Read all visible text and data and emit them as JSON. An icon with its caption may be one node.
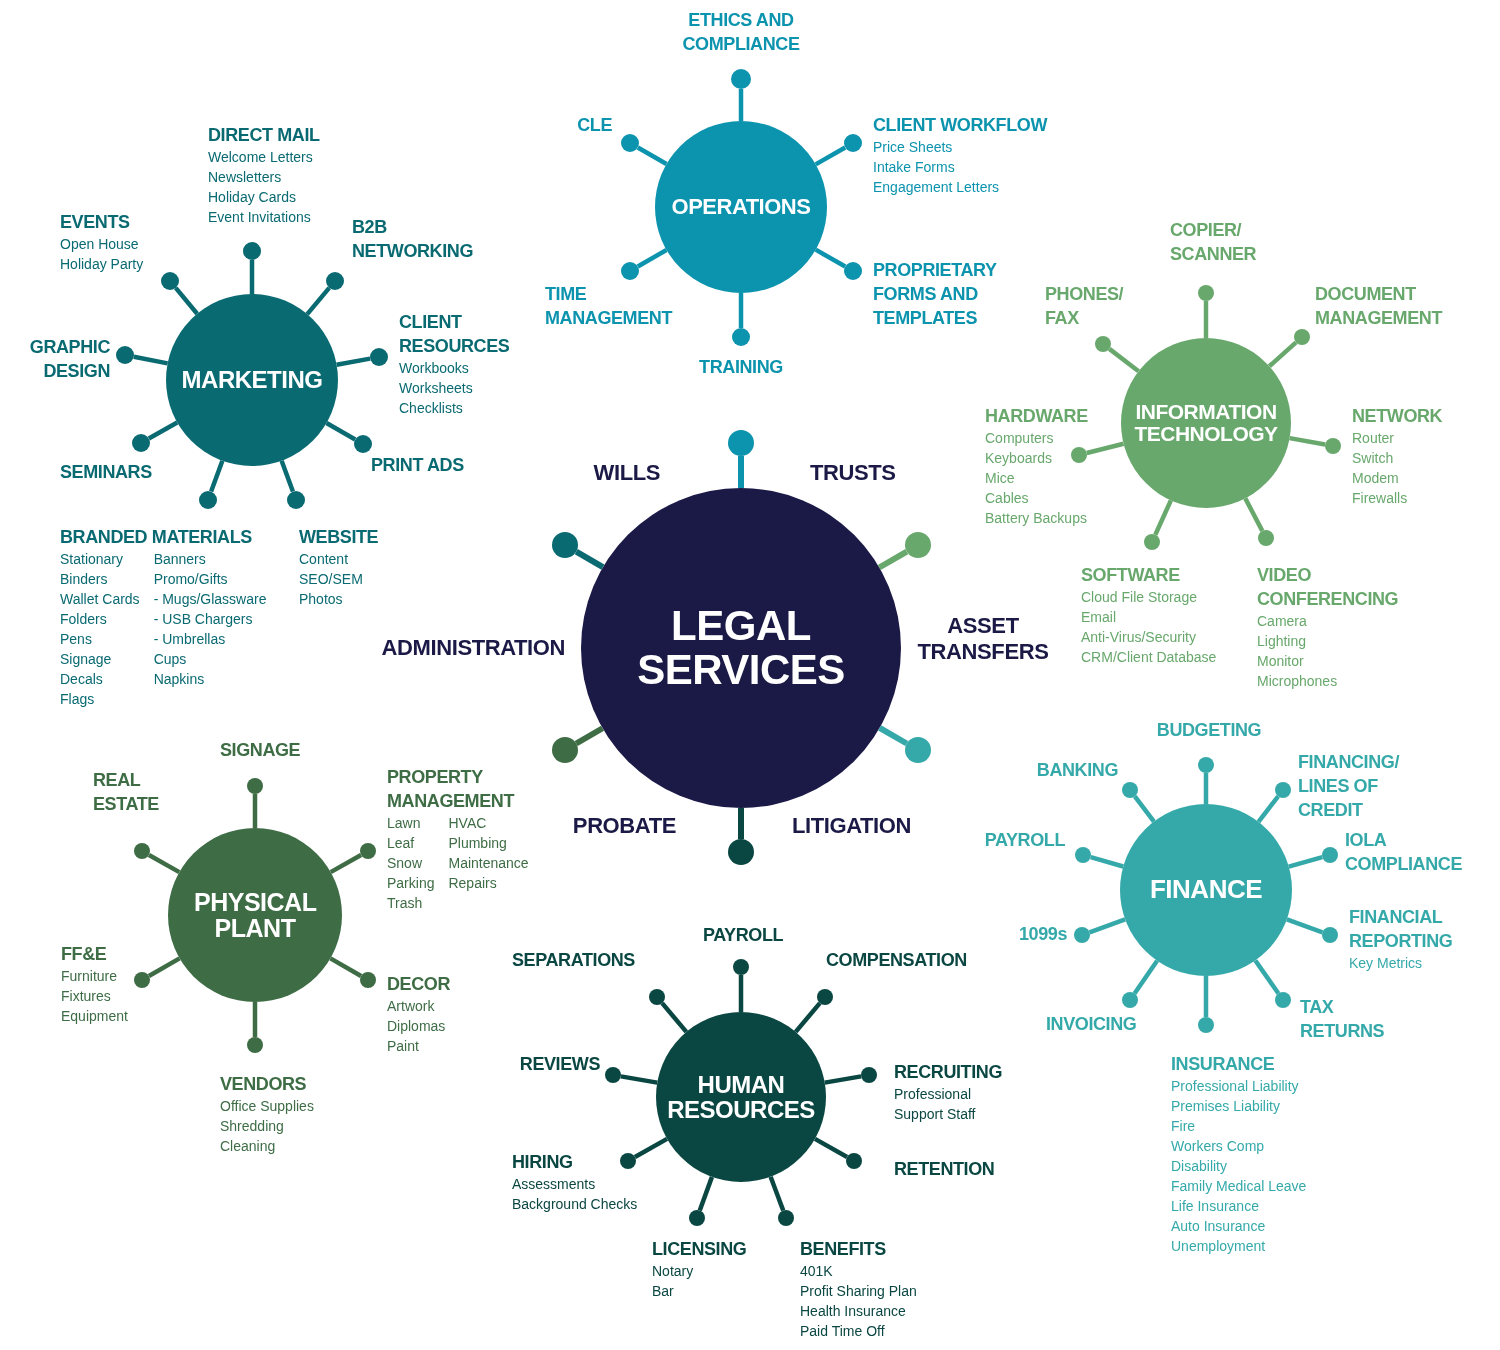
{
  "diagram": {
    "nodes": [
      {
        "text": [
          "OPERATIONS"
        ]
      },
      {
        "text": [],
        "shape": "circle",
        "beside": [
          "ETHICS AND COMPLIANCE"
        ]
      },
      {
        "text": [],
        "shape": "circle",
        "beside": [
          "CLE"
        ]
      },
      {
        "text": [],
        "shape": "circle",
        "beside": [
          "CLIENT WORKFLOW",
          "Price Sheets",
          "Intake Forms",
          "Engagement Letters"
        ]
      },
      {
        "text": [],
        "shape": "circle",
        "beside": [
          "TIME MANAGEMENT"
        ]
      },
      {
        "text": [],
        "shape": "circle",
        "beside": [
          "PROPRIETARY FORMS AND TEMPLATES"
        ]
      },
      {
        "text": [],
        "shape": "circle",
        "beside": [
          "TRAINING"
        ]
      },
      {
        "text": [
          "MARKETING"
        ]
      },
      {
        "text": [],
        "shape": "circle",
        "beside": [
          "EVENTS",
          "Open House",
          "Holiday Party"
        ]
      },
      {
        "text": [],
        "shape": "circle",
        "beside": [
          "DIRECT MAIL",
          "Welcome Letters",
          "Newsletters",
          "Holiday Cards",
          "Event Invitations"
        ]
      },
      {
        "text": [],
        "shape": "circle",
        "beside": [
          "B2B NETWORKING"
        ]
      },
      {
        "text": [],
        "shape": "circle",
        "beside": [
          "GRAPHIC DESIGN"
        ]
      },
      {
        "text": [],
        "shape": "circle",
        "beside": [
          "CLIENT RESOURCES",
          "Workbooks",
          "Worksheets",
          "Checklists"
        ]
      },
      {
        "text": [],
        "shape": "circle",
        "beside": [
          "SEMINARS"
        ]
      },
      {
        "text": [],
        "shape": "circle",
        "beside": [
          "PRINT ADS"
        ]
      },
      {
        "text": [],
        "shape": "circle",
        "beside": [
          "BRANDED MATERIALS",
          "Stationary",
          "Binders",
          "Wallet Cards",
          "Folders",
          "Pens",
          "Signage",
          "Decals",
          "Flags",
          "Banners",
          "Promo/Gifts",
          "- Mugs/Glassware",
          "- USB Chargers",
          "- Umbrellas",
          "Cups",
          "Napkins"
        ]
      },
      {
        "text": [],
        "shape": "circle",
        "beside": [
          "WEBSITE",
          "Content",
          "SEO/SEM",
          "Photos"
        ]
      },
      {
        "text": [
          "LEGAL SERVICES"
        ]
      },
      {
        "text": [],
        "shape": "circle"
      },
      {
        "text": [],
        "shape": "circle"
      },
      {
        "text": [],
        "shape": "circle"
      },
      {
        "text": [],
        "shape": "circle"
      },
      {
        "text": [],
        "shape": "circle"
      },
      {
        "text": [],
        "shape": "circle"
      },
      {
        "text": [
          "INFORMATION TECHNOLOGY"
        ]
      },
      {
        "text": [],
        "shape": "circle",
        "beside": [
          "COPIER/ SCANNER"
        ]
      },
      {
        "text": [],
        "shape": "circle",
        "beside": [
          "PHONES/ FAX"
        ]
      },
      {
        "text": [],
        "shape": "circle",
        "beside": [
          "DOCUMENT MANAGEMENT"
        ]
      },
      {
        "text": [],
        "shape": "circle",
        "beside": [
          "HARDWARE",
          "Computers",
          "Keyboards",
          "Mice",
          "Cables",
          "Battery Backups"
        ]
      },
      {
        "text": [],
        "shape": "circle",
        "beside": [
          "NETWORK",
          "Router",
          "Switch",
          "Modem",
          "Firewalls"
        ]
      },
      {
        "text": [],
        "shape": "circle",
        "beside": [
          "SOFTWARE",
          "Cloud File Storage",
          "Email",
          "Anti-Virus/Security",
          "CRM/Client Database"
        ]
      },
      {
        "text": [],
        "shape": "circle",
        "beside": [
          "VIDEO CONFERENCING",
          "Camera",
          "Lighting",
          "Monitor",
          "Microphones"
        ]
      },
      {
        "text": [
          "FINANCE"
        ]
      },
      {
        "text": [],
        "shape": "circle",
        "beside": [
          "BUDGETING"
        ]
      },
      {
        "text": [],
        "shape": "circle",
        "beside": [
          "BANKING"
        ]
      },
      {
        "text": [],
        "shape": "circle",
        "beside": [
          "FINANCING/ LINES OF CREDIT"
        ]
      },
      {
        "text": [],
        "shape": "circle",
        "beside": [
          "PAYROLL"
        ]
      },
      {
        "text": [],
        "shape": "circle",
        "beside": [
          "IOLA COMPLIANCE"
        ]
      },
      {
        "text": [],
        "shape": "circle",
        "beside": [
          "1099s"
        ]
      },
      {
        "text": [],
        "shape": "circle",
        "beside": [
          "FINANCIAL REPORTING",
          "Key Metrics"
        ]
      },
      {
        "text": [],
        "shape": "circle",
        "beside": [
          "INVOICING"
        ]
      },
      {
        "text": [],
        "shape": "circle",
        "beside": [
          "TAX RETURNS"
        ]
      },
      {
        "text": [],
        "shape": "circle",
        "beside": [
          "INSURANCE",
          "Professional Liability",
          "Premises Liability",
          "Fire",
          "Workers Comp",
          "Disability",
          "Family Medical Leave",
          "Life Insurance",
          "Auto Insurance",
          "Unemployment"
        ]
      },
      {
        "text": [
          "PHYSICAL PLANT"
        ]
      },
      {
        "text": [],
        "shape": "circle",
        "beside": [
          "SIGNAGE"
        ]
      },
      {
        "text": [],
        "shape": "circle",
        "beside": [
          "REAL ESTATE"
        ]
      },
      {
        "text": [],
        "shape": "circle",
        "beside": [
          "PROPERTY MANAGEMENT",
          "Lawn",
          "Leaf",
          "Snow",
          "Parking",
          "Trash",
          "HVAC",
          "Plumbing",
          "Maintenance",
          "Repairs"
        ]
      },
      {
        "text": [],
        "shape": "circle",
        "beside": [
          "FF&E",
          "Furniture",
          "Fixtures",
          "Equipment"
        ]
      },
      {
        "text": [],
        "shape": "circle",
        "beside": [
          "DECOR",
          "Artwork",
          "Diplomas",
          "Paint"
        ]
      },
      {
        "text": [],
        "shape": "circle",
        "beside": [
          "VENDORS",
          "Office Supplies",
          "Shredding",
          "Cleaning"
        ]
      },
      {
        "text": [
          "HUMAN RESOURCES"
        ]
      },
      {
        "text": [],
        "shape": "circle",
        "beside": [
          "PAYROLL"
        ]
      },
      {
        "text": [],
        "shape": "circle",
        "beside": [
          "SEPARATIONS"
        ]
      },
      {
        "text": [],
        "shape": "circle",
        "beside": [
          "COMPENSATION"
        ]
      },
      {
        "text": [],
        "shape": "circle",
        "beside": [
          "REVIEWS"
        ]
      },
      {
        "text": [],
        "shape": "circle",
        "beside": [
          "RECRUITING",
          "Professional",
          "Support Staff"
        ]
      },
      {
        "text": [],
        "shape": "circle",
        "beside": [
          "HIRING",
          "Assessments",
          "Background Checks"
        ]
      },
      {
        "text": [],
        "shape": "circle",
        "beside": [
          "RETENTION"
        ]
      },
      {
        "text": [],
        "shape": "circle",
        "beside": [
          "LICENSING",
          "Notary",
          "Bar"
        ]
      },
      {
        "text": [],
        "shape": "circle",
        "beside": [
          "BENEFITS",
          "401K",
          "Profit Sharing Plan",
          "Health Insurance",
          "Paid Time Off"
        ]
      }
    ],
    "edges": [
      {
        "from": 0,
        "to": 1,
        "arrow": "none",
        "color": "#0c93ae"
      },
      {
        "from": 0,
        "to": 2,
        "arrow": "none",
        "color": "#0c93ae"
      },
      {
        "from": 0,
        "to": 3,
        "arrow": "none",
        "color": "#0c93ae"
      },
      {
        "from": 0,
        "to": 4,
        "arrow": "none",
        "color": "#0c93ae"
      },
      {
        "from": 0,
        "to": 5,
        "arrow": "none",
        "color": "#0c93ae"
      },
      {
        "from": 0,
        "to": 6,
        "arrow": "none",
        "color": "#0c93ae"
      },
      {
        "from": 7,
        "to": 8,
        "arrow": "none",
        "color": "#0a6a72"
      },
      {
        "from": 7,
        "to": 9,
        "arrow": "none",
        "color": "#0a6a72"
      },
      {
        "from": 7,
        "to": 10,
        "arrow": "none",
        "color": "#0a6a72"
      },
      {
        "from": 7,
        "to": 11,
        "arrow": "none",
        "color": "#0a6a72"
      },
      {
        "from": 7,
        "to": 12,
        "arrow": "none",
        "color": "#0a6a72"
      },
      {
        "from": 7,
        "to": 13,
        "arrow": "none",
        "color": "#0a6a72"
      },
      {
        "from": 7,
        "to": 14,
        "arrow": "none",
        "color": "#0a6a72"
      },
      {
        "from": 7,
        "to": 15,
        "arrow": "none",
        "color": "#0a6a72"
      },
      {
        "from": 7,
        "to": 16,
        "arrow": "none",
        "color": "#0a6a72"
      },
      {
        "from": 17,
        "to": 18,
        "arrow": "none",
        "color": "#0c93ae"
      },
      {
        "from": 17,
        "to": 19,
        "arrow": "none",
        "color": "#0a6a72"
      },
      {
        "from": 17,
        "to": 20,
        "arrow": "none",
        "color": "#68a86c"
      },
      {
        "from": 17,
        "to": 21,
        "arrow": "none",
        "color": "#3e6c45"
      },
      {
        "from": 17,
        "to": 22,
        "arrow": "none",
        "color": "#35a9a9"
      },
      {
        "from": 17,
        "to": 23,
        "arrow": "none",
        "color": "#0b4742"
      },
      {
        "from": 24,
        "to": 25,
        "arrow": "none",
        "color": "#68a86c"
      },
      {
        "from": 24,
        "to": 26,
        "arrow": "none",
        "color": "#68a86c"
      },
      {
        "from": 24,
        "to": 27,
        "arrow": "none",
        "color": "#68a86c"
      },
      {
        "from": 24,
        "to": 28,
        "arrow": "none",
        "color": "#68a86c"
      },
      {
        "from": 24,
        "to": 29,
        "arrow": "none",
        "color": "#68a86c"
      },
      {
        "from": 24,
        "to": 30,
        "arrow": "none",
        "color": "#68a86c"
      },
      {
        "from": 24,
        "to": 31,
        "arrow": "none",
        "color": "#68a86c"
      },
      {
        "from": 32,
        "to": 33,
        "arrow": "none",
        "color": "#35a9a9"
      },
      {
        "from": 32,
        "to": 34,
        "arrow": "none",
        "color": "#35a9a9"
      },
      {
        "from": 32,
        "to": 35,
        "arrow": "none",
        "color": "#35a9a9"
      },
      {
        "from": 32,
        "to": 36,
        "arrow": "none",
        "color": "#35a9a9"
      },
      {
        "from": 32,
        "to": 37,
        "arrow": "none",
        "color": "#35a9a9"
      },
      {
        "from": 32,
        "to": 38,
        "arrow": "none",
        "color": "#35a9a9"
      },
      {
        "from": 32,
        "to": 39,
        "arrow": "none",
        "color": "#35a9a9"
      },
      {
        "from": 32,
        "to": 40,
        "arrow": "none",
        "color": "#35a9a9"
      },
      {
        "from": 32,
        "to": 41,
        "arrow": "none",
        "color": "#35a9a9"
      },
      {
        "from": 32,
        "to": 42,
        "arrow": "none",
        "color": "#35a9a9"
      },
      {
        "from": 43,
        "to": 44,
        "arrow": "none",
        "color": "#3e6c45"
      },
      {
        "from": 43,
        "to": 45,
        "arrow": "none",
        "color": "#3e6c45"
      },
      {
        "from": 43,
        "to": 46,
        "arrow": "none",
        "color": "#3e6c45"
      },
      {
        "from": 43,
        "to": 47,
        "arrow": "none",
        "color": "#3e6c45"
      },
      {
        "from": 43,
        "to": 48,
        "arrow": "none",
        "color": "#3e6c45"
      },
      {
        "from": 43,
        "to": 49,
        "arrow": "none",
        "color": "#3e6c45"
      },
      {
        "from": 50,
        "to": 51,
        "arrow": "none",
        "color": "#0b4742"
      },
      {
        "from": 50,
        "to": 52,
        "arrow": "none",
        "color": "#0b4742"
      },
      {
        "from": 50,
        "to": 53,
        "arrow": "none",
        "color": "#0b4742"
      },
      {
        "from": 50,
        "to": 54,
        "arrow": "none",
        "color": "#0b4742"
      },
      {
        "from": 50,
        "to": 55,
        "arrow": "none",
        "color": "#0b4742"
      },
      {
        "from": 50,
        "to": 56,
        "arrow": "none",
        "color": "#0b4742"
      },
      {
        "from": 50,
        "to": 57,
        "arrow": "none",
        "color": "#0b4742"
      },
      {
        "from": 50,
        "to": 58,
        "arrow": "none",
        "color": "#0b4742"
      },
      {
        "from": 50,
        "to": 59,
        "arrow": "none",
        "color": "#0b4742"
      }
    ],
    "labels": [
      "WILLS",
      "TRUSTS",
      "ADMINISTRATION",
      "ASSET TRANSFERS",
      "PROBATE",
      "LITIGATION"
    ]
  }
}
